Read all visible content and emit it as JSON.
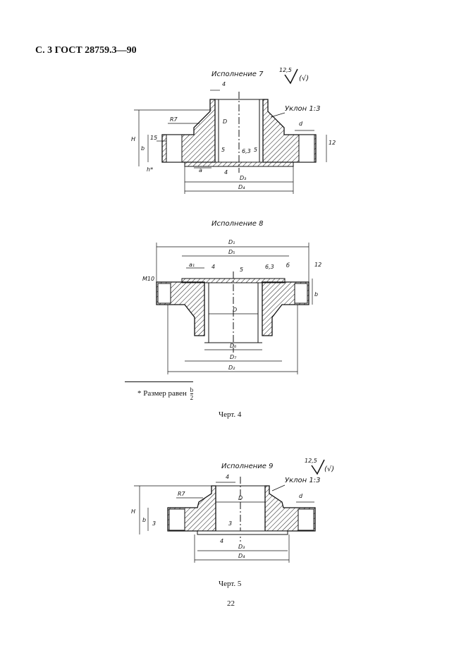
{
  "header": "С. 3 ГОСТ 28759.3—90",
  "fig7": {
    "title": "Исполнение 7",
    "roughness_value": "12,5",
    "roughness_check": "(√)",
    "slope": "Уклон 1:3",
    "dims": {
      "four_top": "4",
      "r7": "R7",
      "H": "H",
      "h_star": "h*",
      "b": "b",
      "fifteen": "15",
      "D": "D",
      "five_a": "5",
      "five_b": "5",
      "six_three": "6,3",
      "a": "a",
      "four_bottom": "4",
      "d": "d",
      "twelve": "12",
      "D3": "D₃",
      "D4": "D₄"
    }
  },
  "fig8": {
    "title": "Исполнение 8",
    "dims": {
      "D1": "D₁",
      "D5": "D₅",
      "M10": "M10",
      "a1": "a₁",
      "four": "4",
      "five": "5",
      "six_three": "6,3",
      "delta": "б",
      "twelve": "12",
      "b": "b",
      "D": "D",
      "D6": "D₆",
      "D7": "D₇",
      "D2": "D₂"
    }
  },
  "footnote": {
    "text": "* Размер равен",
    "num": "b",
    "den": "2"
  },
  "caption4": "Черт. 4",
  "fig9": {
    "title": "Исполнение 9",
    "roughness_value": "12,5",
    "roughness_check": "(√)",
    "slope": "Уклон 1:3",
    "dims": {
      "four_top": "4",
      "r7": "R7",
      "H": "H",
      "b": "b",
      "three_a": "3",
      "D": "D",
      "three_b": "3",
      "four_bottom": "4",
      "d": "d",
      "D3": "D₃",
      "D4": "D₄"
    }
  },
  "caption5": "Черт. 5",
  "page_number": "22"
}
